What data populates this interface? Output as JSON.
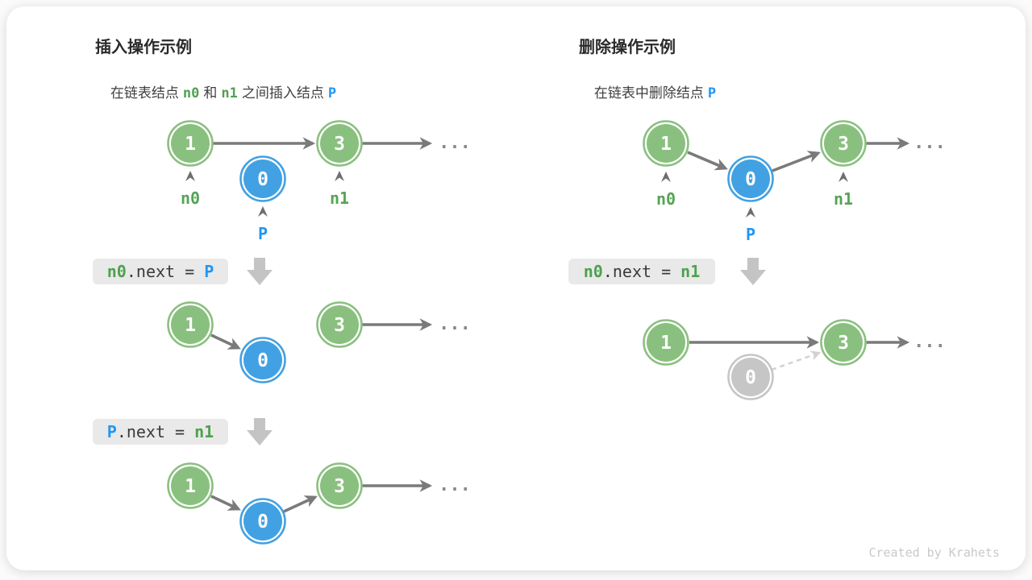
{
  "insert_panel": {
    "title": "插入操作示例",
    "subtitle": {
      "t1": "在链表结点",
      "code1": "n0",
      "t2": "和",
      "code2": "n1",
      "t3": "之间插入结点",
      "code3": "P"
    },
    "step1_code": {
      "lhs": "n0",
      "op": ".next = ",
      "rhs": "P"
    },
    "step2_code": {
      "lhs": "P",
      "op": ".next = ",
      "rhs": "n1"
    }
  },
  "delete_panel": {
    "title": "删除操作示例",
    "subtitle": {
      "t1": "在链表中删除结点",
      "code1": "P"
    },
    "step1_code": {
      "lhs": "n0",
      "op": ".next = ",
      "rhs": "n1"
    }
  },
  "nodes": {
    "head": "1",
    "next": "3",
    "inserted": "0"
  },
  "pointers": {
    "n0": "n0",
    "n1": "n1",
    "p": "P"
  },
  "ellipsis": "...",
  "watermark": "Created by Krahets",
  "colors": {
    "node_green": "#8ac07f",
    "node_blue": "#42a1e2",
    "node_gray": "#c6c6c6",
    "label_green": "#55a455",
    "label_blue": "#2196f3",
    "code_green": "#4fa14f",
    "code_blue": "#2196f3",
    "code_bg": "#e9e9e9",
    "arrow_gray": "#7a7a7a",
    "block_arrow_gray": "#c4c4c4",
    "dashed_gray": "#d2d2d2"
  }
}
